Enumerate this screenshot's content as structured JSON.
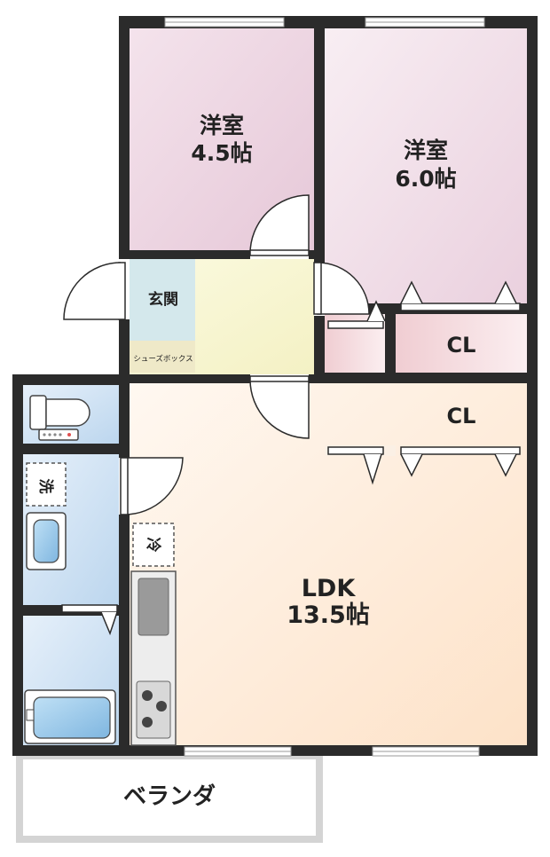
{
  "rooms": {
    "western_small": {
      "name": "洋室",
      "size": "4.5帖"
    },
    "western_large": {
      "name": "洋室",
      "size": "6.0帖"
    },
    "ldk": {
      "name": "LDK",
      "size": "13.5帖"
    },
    "entrance": "玄関",
    "shoe_box": "シューズボックス",
    "closet_upper": "CL",
    "closet_lower": "CL",
    "veranda": "ベランダ"
  },
  "marks": {
    "washer": "洗",
    "fridge": "冷"
  },
  "colors": {
    "wall": "#2b2b2b",
    "western_small_fill": "#ecd5e2",
    "western_large_fill": "#efdbe7",
    "entrance_fill": "#f7f5cf",
    "closet_fill": "#f2d2d6",
    "ldk_fill": "#fde8d6",
    "wet_area_fill": "#d2e4f4",
    "veranda_border": "#d4d4d4"
  }
}
